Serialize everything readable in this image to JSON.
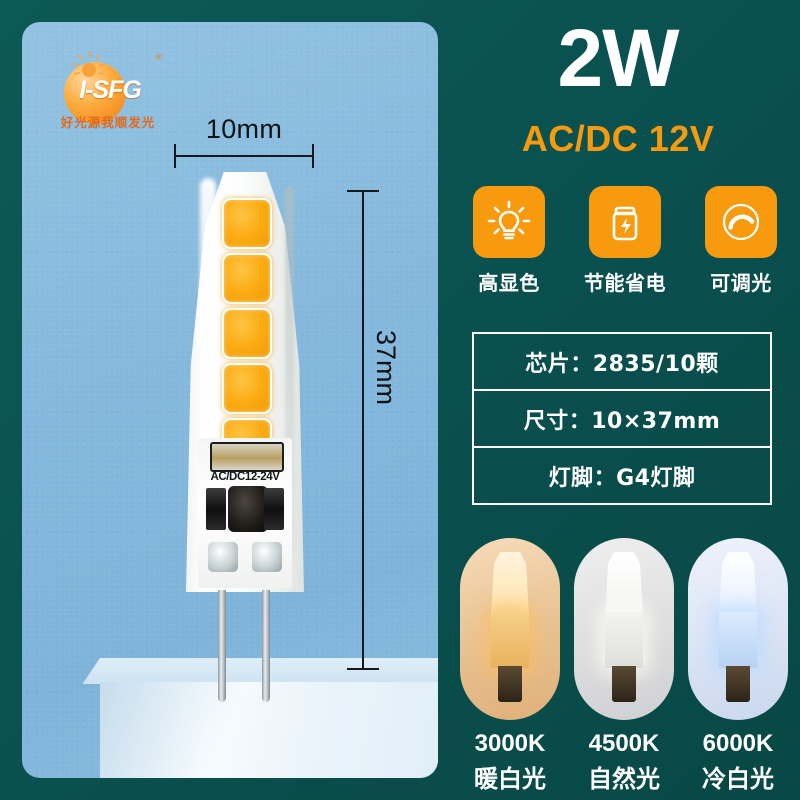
{
  "brand": {
    "logo_text": "I-SFG",
    "registered_mark": "®",
    "slogan": "好光源我顺发光",
    "logo_icon": "sun-ball-logo"
  },
  "product_card": {
    "dimension_width": "10mm",
    "dimension_height": "37mm",
    "pcb_print": "AC/DC12-24V",
    "led_chip_count": 5
  },
  "header": {
    "wattage": "2W",
    "voltage": "AC/DC 12V"
  },
  "features": [
    {
      "icon": "light-bulb-icon",
      "label": "高显色"
    },
    {
      "icon": "battery-bolt-icon",
      "label": "节能省电"
    },
    {
      "icon": "dimmer-dial-icon",
      "label": "可调光"
    }
  ],
  "specs": [
    {
      "label": "芯片：2835/10颗"
    },
    {
      "label": "尺寸：10×37mm"
    },
    {
      "label": "灯脚：G4灯脚"
    }
  ],
  "color_temperatures": [
    {
      "kelvin": "3000K",
      "name": "暖白光",
      "tone": "warm"
    },
    {
      "kelvin": "4500K",
      "name": "自然光",
      "tone": "neutral"
    },
    {
      "kelvin": "6000K",
      "name": "冷白光",
      "tone": "cool"
    }
  ],
  "colors": {
    "background_teal": "#0a5250",
    "accent_orange": "#f79a0e",
    "card_blue": "#86b9dd",
    "text_white": "#ffffff"
  }
}
